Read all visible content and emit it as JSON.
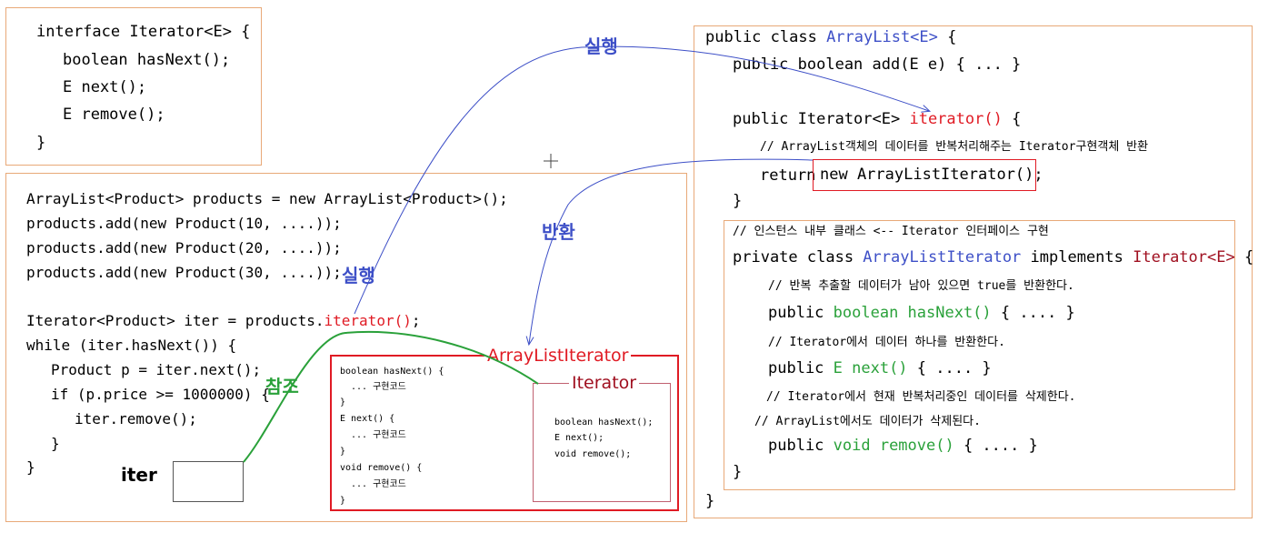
{
  "iface_box": {
    "lines": [
      "interface Iterator<E> {",
      "boolean hasNext();",
      "E next();",
      "E remove();",
      "}"
    ]
  },
  "main_box": {
    "l1": "ArrayList<Product> products = new ArrayList<Product>();",
    "l2": "products.add(new Product(10, ....));",
    "l3": "products.add(new Product(20, ....));",
    "l4": "products.add(new Product(30, ....));",
    "l5_pre": "Iterator<Product> iter = products.",
    "l5_call": "iterator()",
    "l5_post": ";",
    "l6": "while (iter.hasNext()) {",
    "l7": "Product p = iter.next();",
    "l8": "if (p.price >= 1000000) {",
    "l9": "iter.remove();",
    "l10": "}",
    "l11": "}",
    "iter_label": "iter"
  },
  "impl_box": {
    "title": "ArrayListIterator",
    "lines": [
      "boolean hasNext() {",
      "... 구현코드",
      "}",
      "E next() {",
      "... 구현코드",
      "}",
      "void remove() {",
      "... 구현코드",
      "}"
    ],
    "iface_title": "Iterator",
    "iface_lines": [
      "boolean hasNext();",
      "E next();",
      "void remove();"
    ]
  },
  "class_box": {
    "l1_pre": "public class ",
    "l1_name": "ArrayList<E>",
    "l1_post": " {",
    "l2": "public boolean add(E e) { ... }",
    "l3_pre": "public Iterator<E> ",
    "l3_call": "iterator()",
    "l3_post": " {",
    "l4": "// ArrayList객체의 데이터를 반복처리해주는 Iterator구현객체 반환",
    "l5_pre": "return",
    "l5_new": "new ArrayListIterator();",
    "l6": "}",
    "l7": "// 인스턴스 내부 클래스 <-- Iterator 인터페이스 구현",
    "l8_pre": "private class ",
    "l8_name": "ArrayListIterator",
    "l8_mid": " implements ",
    "l8_iface": "Iterator<E>",
    "l8_post": " {",
    "c1": "// 반복 추출할 데이터가 남아 있으면 true를 반환한다.",
    "m1_pre": "public ",
    "m1_sig": "boolean hasNext()",
    "m1_post": " { .... }",
    "c2": "// Iterator에서 데이터 하나를 반환한다.",
    "m2_pre": "public ",
    "m2_sig": "E next()",
    "m2_post": " { .... }",
    "c3": "// Iterator에서 현재 반복처리중인 데이터를 삭제한다.",
    "c4": "// ArrayList에서도 데이터가 삭제된다.",
    "m3_pre": "public ",
    "m3_sig": "void remove()",
    "m3_post": " { .... }",
    "l9": "}",
    "l10": "}"
  },
  "labels": {
    "exec_top": "실행",
    "exec_mid": "실행",
    "return": "반환",
    "reference": "참조"
  },
  "colors": {
    "blue": "#3d4fc7",
    "red": "#e01b24",
    "dark_red": "#a01020",
    "green": "#2aa13a",
    "box_border": "#e8a978"
  }
}
